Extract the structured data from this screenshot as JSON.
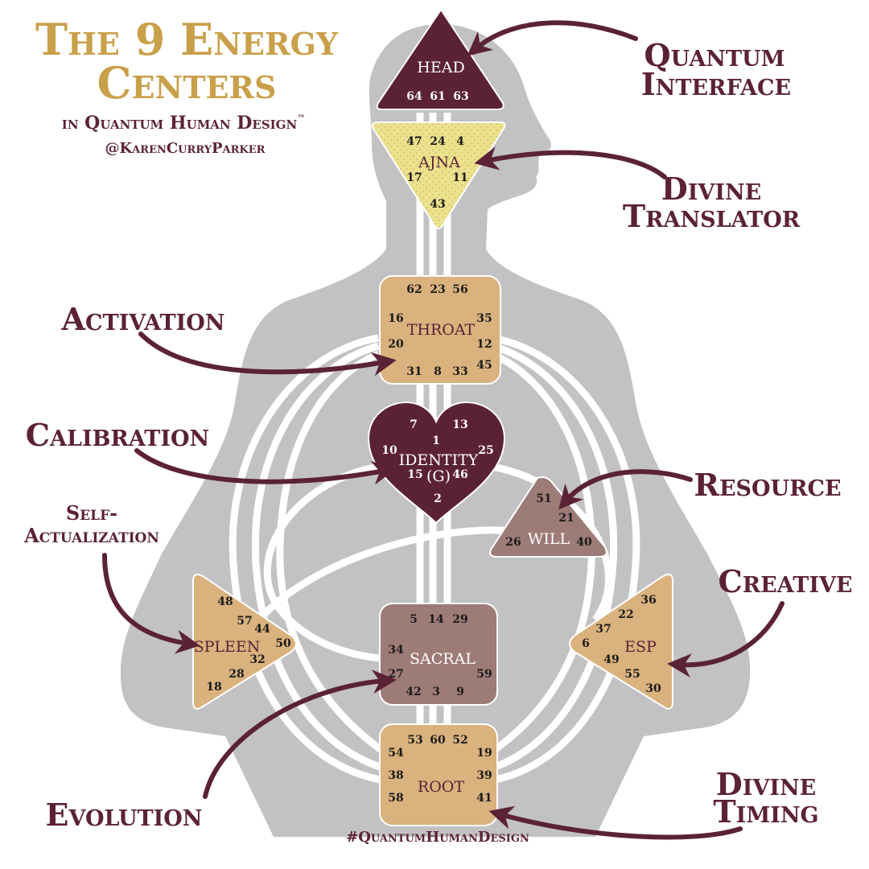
{
  "title": {
    "line1": "The 9 Energy",
    "line2": "Centers",
    "subtitle": "in Quantum Human Design",
    "tm": "™",
    "handle": "@KarenCurryParker"
  },
  "hashtag": "#QuantumHumanDesign",
  "labels": {
    "quantum1": "Quantum",
    "quantum2": "Interface",
    "divine1": "Divine",
    "divine2": "Translator",
    "activation": "Activation",
    "calibration": "Calibration",
    "resource": "Resource",
    "self1": "Self-",
    "self2": "Actualization",
    "creative": "Creative",
    "evolution": "Evolution",
    "timing1": "Divine",
    "timing2": "Timing"
  },
  "centers": {
    "head": {
      "name": "HEAD",
      "gates": [
        "64",
        "61",
        "63"
      ]
    },
    "ajna": {
      "name": "AJNA",
      "gates": [
        "47",
        "24",
        "4",
        "17",
        "11",
        "43"
      ]
    },
    "throat": {
      "name": "THROAT",
      "gates": [
        "62",
        "23",
        "56",
        "16",
        "20",
        "35",
        "12",
        "45",
        "31",
        "8",
        "33"
      ]
    },
    "identity": {
      "name1": "IDENTITY",
      "name2": "(G)",
      "gates": [
        "7",
        "13",
        "1",
        "10",
        "25",
        "15",
        "46",
        "2"
      ]
    },
    "will": {
      "name": "WILL",
      "gates": [
        "51",
        "21",
        "26",
        "40"
      ]
    },
    "spleen": {
      "name": "SPLEEN",
      "gates": [
        "48",
        "57",
        "44",
        "50",
        "32",
        "28",
        "18"
      ]
    },
    "sacral": {
      "name": "SACRAL",
      "gates": [
        "5",
        "14",
        "29",
        "34",
        "27",
        "59",
        "42",
        "3",
        "9"
      ]
    },
    "esp": {
      "name": "ESP",
      "gates": [
        "36",
        "22",
        "37",
        "6",
        "49",
        "55",
        "30"
      ]
    },
    "root": {
      "name": "ROOT",
      "gates": [
        "53",
        "60",
        "52",
        "54",
        "19",
        "38",
        "39",
        "58",
        "41"
      ]
    }
  },
  "colors": {
    "maroon": "#5b2236",
    "gold": "#c9a04a",
    "tan": "#d9b27e",
    "mauve": "#9d7b77",
    "ajna": "#ece18d",
    "body": "#c2c2c4"
  }
}
